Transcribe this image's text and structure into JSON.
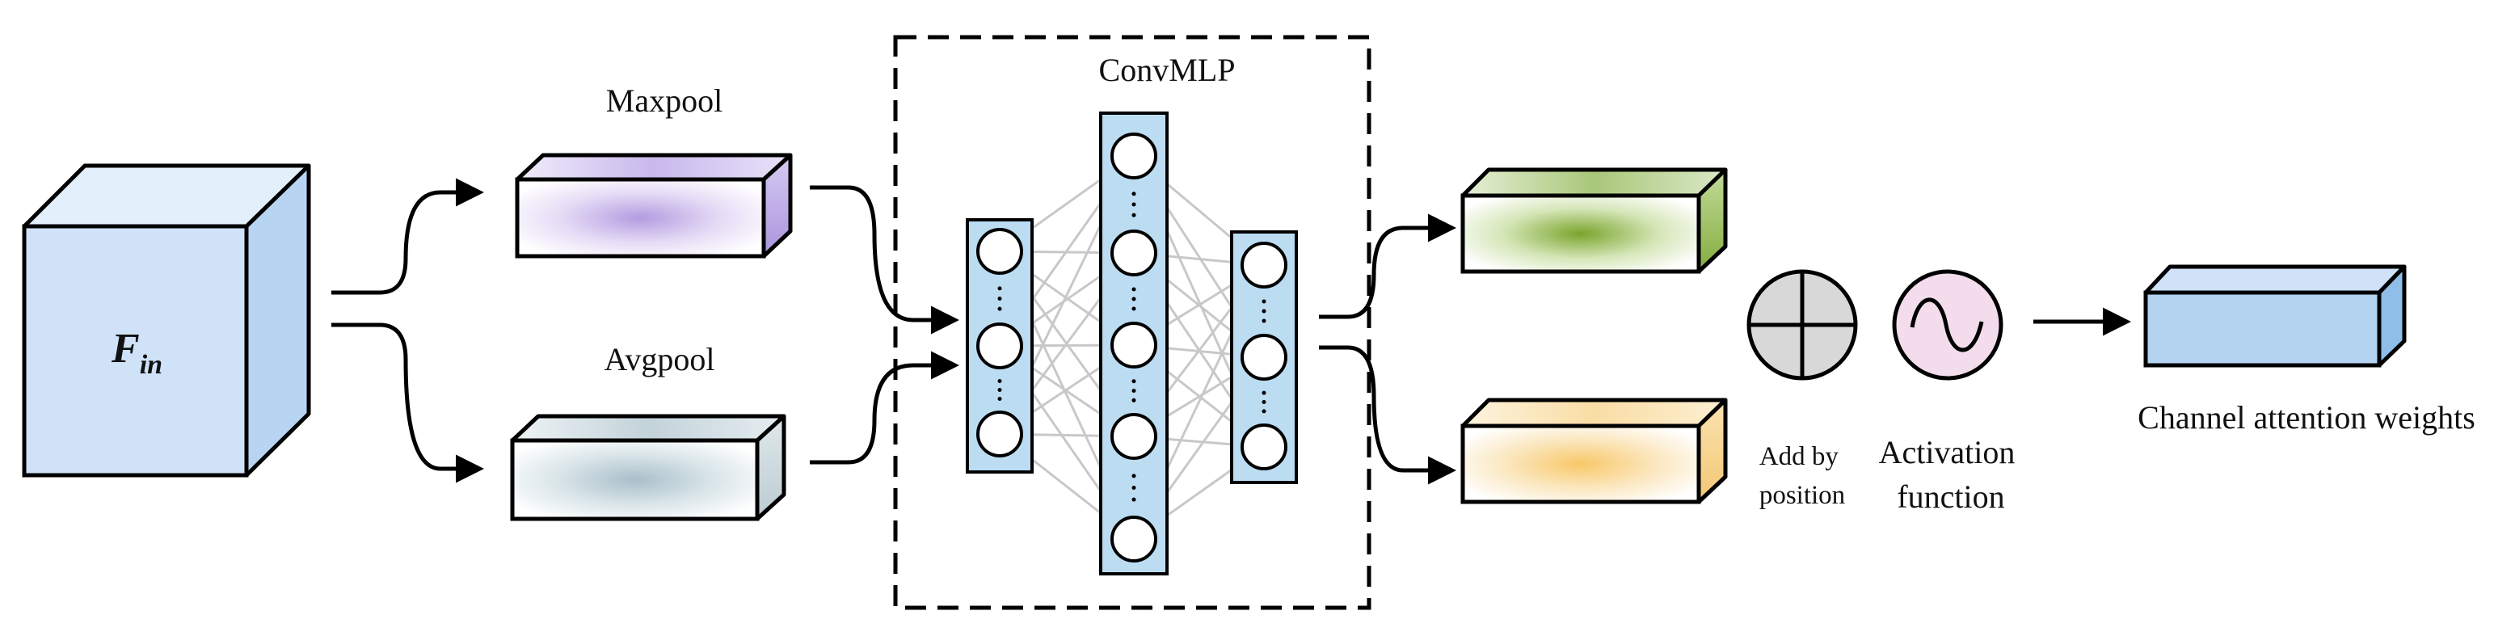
{
  "input": {
    "symbol": "F",
    "subscript": "in"
  },
  "maxpool": {
    "label": "Maxpool"
  },
  "avgpool": {
    "label": "Avgpool"
  },
  "convmlp": {
    "label": "ConvMLP"
  },
  "add_by_position": {
    "line1": "Add by",
    "line2": "position"
  },
  "activation_function": {
    "line1": "Activation",
    "line2": "function"
  },
  "output": {
    "label": "Channel attention weights"
  },
  "colors": {
    "cube_front": "#cfe2f7",
    "cube_top": "#e3effb",
    "cube_side": "#b7d5f2",
    "mlp_column": "#bcdcf2",
    "maxpool_tint": "#b39ce0",
    "avgpool_tint": "#a9bfca",
    "green_tint": "#7aa52c",
    "orange_tint": "#f8c86a",
    "adder_fill": "#d8d8d8",
    "activation_fill": "#f3dcec",
    "output_fill": "#b3d3f0"
  }
}
